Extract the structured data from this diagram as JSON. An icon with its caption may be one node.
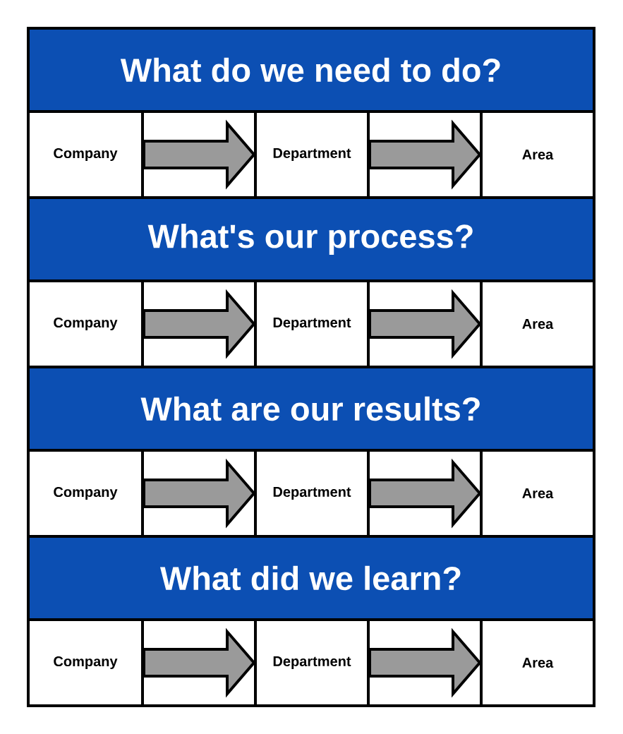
{
  "diagram": {
    "nodes": [
      {
        "text": [
          "What do we need to do?"
        ]
      },
      {
        "text": [
          "Company"
        ]
      },
      {
        "text": [
          "Department"
        ]
      },
      {
        "text": [
          "Area"
        ]
      },
      {
        "text": [
          "What's our process?"
        ]
      },
      {
        "text": [
          "Company"
        ]
      },
      {
        "text": [
          "Department"
        ]
      },
      {
        "text": [
          "Area"
        ]
      },
      {
        "text": [
          "What are our results?"
        ]
      },
      {
        "text": [
          "Company"
        ]
      },
      {
        "text": [
          "Department"
        ]
      },
      {
        "text": [
          "Area"
        ]
      },
      {
        "text": [
          "What did we learn?"
        ]
      },
      {
        "text": [
          "Company"
        ]
      },
      {
        "text": [
          "Department"
        ]
      },
      {
        "text": [
          "Area"
        ]
      }
    ],
    "edges": [
      {
        "from": 1,
        "to": 2,
        "arrow": "to"
      },
      {
        "from": 2,
        "to": 3,
        "arrow": "to"
      },
      {
        "from": 5,
        "to": 6,
        "arrow": "to"
      },
      {
        "from": 6,
        "to": 7,
        "arrow": "to"
      },
      {
        "from": 9,
        "to": 10,
        "arrow": "to"
      },
      {
        "from": 10,
        "to": 11,
        "arrow": "to"
      },
      {
        "from": 13,
        "to": 14,
        "arrow": "to"
      },
      {
        "from": 14,
        "to": 15,
        "arrow": "to"
      }
    ]
  }
}
